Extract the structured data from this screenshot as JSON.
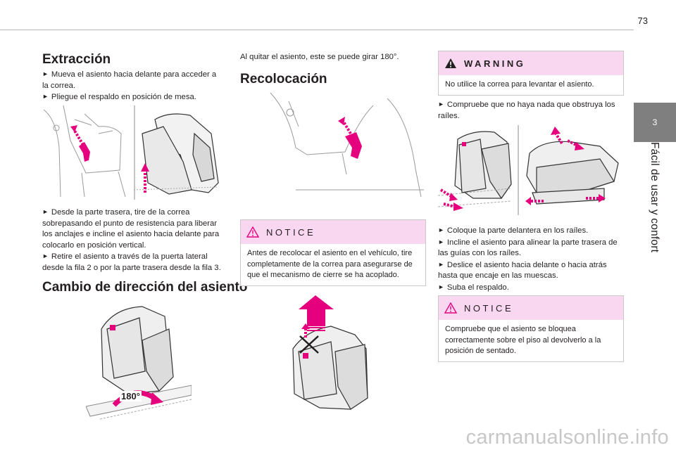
{
  "page": {
    "number": "73"
  },
  "chapter": {
    "number": "3",
    "title": "Fácil de usar y confort"
  },
  "sections": {
    "extraccion": {
      "title": "Extracción",
      "steps": [
        "Mueva el asiento hacia delante para acceder a la correa.",
        "Pliegue el respaldo en posición de mesa."
      ],
      "steps2": [
        "Desde la parte trasera, tire de la correa sobrepasando el punto de resistencia para liberar los anclajes e incline el asiento hacia delante para colocarlo en posición vertical.",
        "Retire el asiento a través de la puerta lateral desde la fila 2 o por la parte trasera desde la fila 3."
      ]
    },
    "cambio": {
      "title": "Cambio de dirección del asiento",
      "angle_label": "180°"
    },
    "rotate_note": "Al quitar el asiento, este se puede girar 180°.",
    "recolocacion": {
      "title": "Recolocación",
      "steps": [
        "Compruebe que no haya nada que obstruya los raíles."
      ],
      "steps2": [
        "Coloque la parte delantera en los raíles.",
        "Incline el asiento para alinear la parte trasera de las guías con los raíles.",
        "Deslice el asiento hacia delante o hacia atrás hasta que encaje en las muescas.",
        "Suba el respaldo."
      ]
    }
  },
  "callouts": {
    "notice1": {
      "heading": "NOTICE",
      "text": "Antes de recolocar el asiento en el vehículo, tire completamente de la correa para asegurarse de que el mecanismo de cierre se ha acoplado."
    },
    "warning": {
      "heading": "WARNING",
      "text": "No utilice la correa para levantar el asiento."
    },
    "notice2": {
      "heading": "NOTICE",
      "text": "Compruebe que el asiento se bloquea correctamente sobre el piso al devolverlo a la posición de sentado."
    }
  },
  "bullet_glyph": "►",
  "colors": {
    "accent": "#e5007e",
    "callout_header": "#f9d7f0",
    "chapter_tab": "#7f7f7f"
  },
  "watermark": "carmanualsonline.info"
}
